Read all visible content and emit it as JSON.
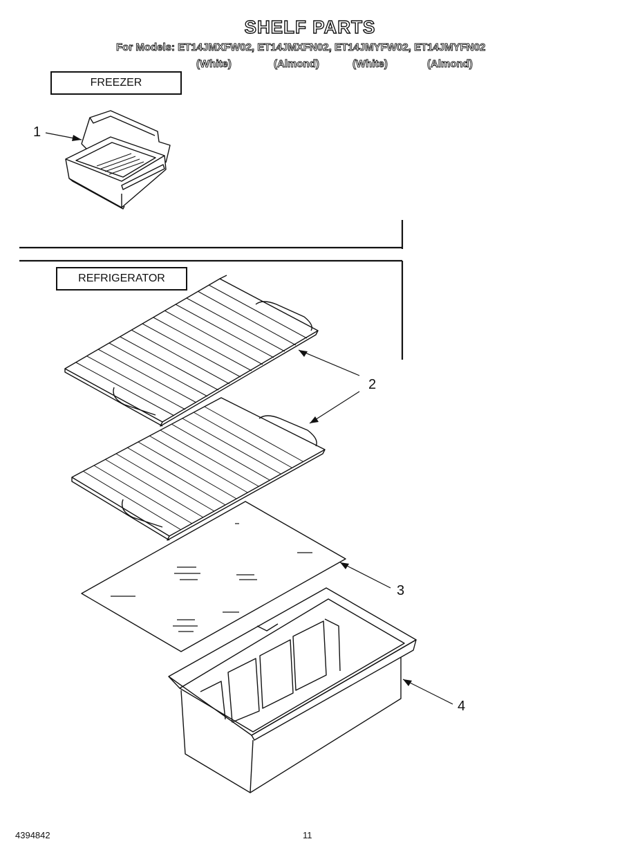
{
  "title": "SHELF PARTS",
  "models_line": "For Models: ET14JMXFW02, ET14JMXFN02, ET14JMYFW02, ET14JMYFN02",
  "colors": [
    "(White)",
    "(Almond)",
    "(White)",
    "(Almond)"
  ],
  "sections": {
    "freezer": "FREEZER",
    "refrigerator": "REFRIGERATOR"
  },
  "callouts": [
    "1",
    "2",
    "3",
    "4"
  ],
  "parts": {
    "1": "freezer-basket",
    "2": "wire-shelf",
    "3": "glass-shelf-insert",
    "4": "crisper-pan"
  },
  "footer": {
    "doc_number": "4394842",
    "page_number": "11"
  }
}
